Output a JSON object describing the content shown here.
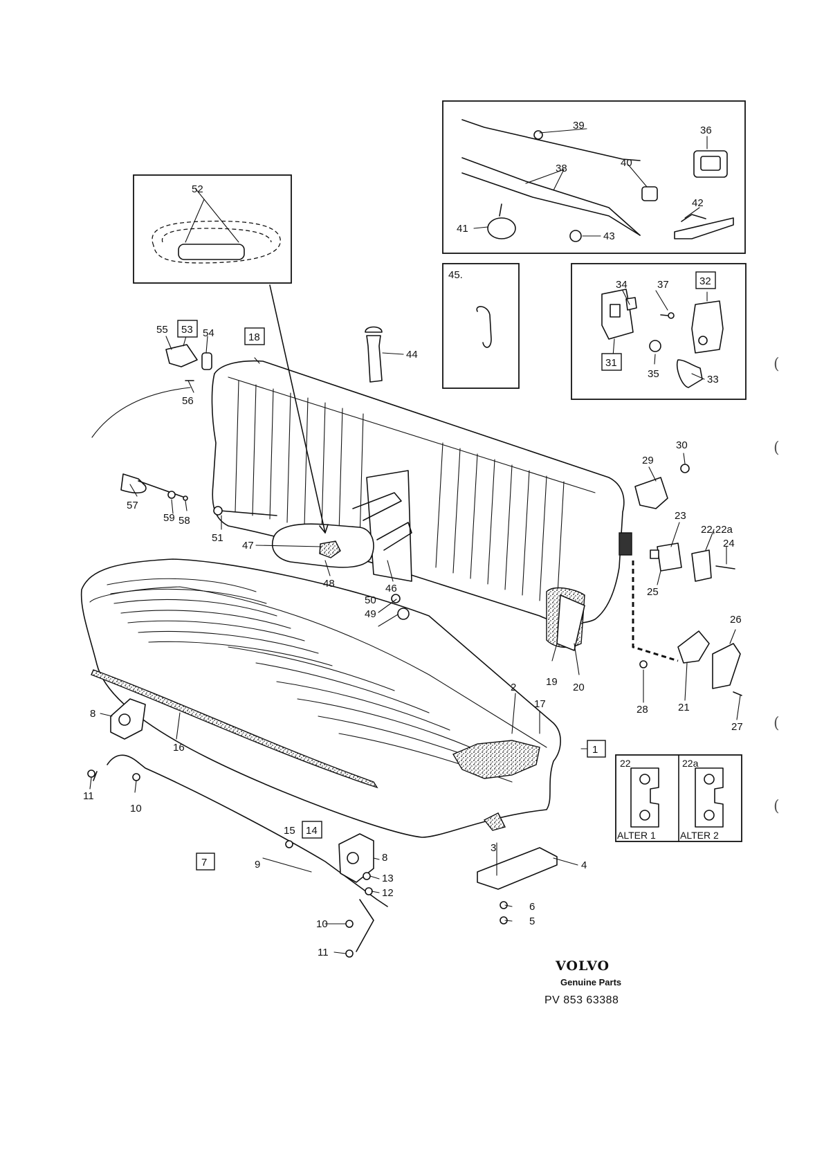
{
  "brand": {
    "name": "VOLVO",
    "tagline": "Genuine Parts",
    "catalog_number": "PV 853 63388"
  },
  "alternatives": {
    "alt1_number": "22",
    "alt1_label": "ALTER 1",
    "alt2_number": "22a",
    "alt2_label": "ALTER 2"
  },
  "margin_marks": [
    "(",
    "(",
    "(",
    "("
  ],
  "callouts": {
    "n1": "1",
    "n2": "2",
    "n3": "3",
    "n4": "4",
    "n5": "5",
    "n6": "6",
    "n7": "7",
    "n8a": "8",
    "n8b": "8",
    "n9": "9",
    "n10a": "10",
    "n10b": "10",
    "n11a": "11",
    "n11b": "11",
    "n12": "12",
    "n13": "13",
    "n14": "14",
    "n15": "15",
    "n16": "16",
    "n17": "17",
    "n18": "18",
    "n19": "19",
    "n20": "20",
    "n21": "21",
    "n22_22a": "22,22a",
    "n23": "23",
    "n24": "24",
    "n25": "25",
    "n26": "26",
    "n27": "27",
    "n28": "28",
    "n29": "29",
    "n30": "30",
    "n31": "31",
    "n32": "32",
    "n33": "33",
    "n34": "34",
    "n35": "35",
    "n36": "36",
    "n37": "37",
    "n38": "38",
    "n39": "39",
    "n40": "40",
    "n41": "41",
    "n42": "42",
    "n43": "43",
    "n44": "44",
    "n45": "45.",
    "n46": "46",
    "n47": "47",
    "n48": "48",
    "n49": "49",
    "n50": "50",
    "n51": "51",
    "n52": "52",
    "n53": "53",
    "n54": "54",
    "n55": "55",
    "n56": "56",
    "n57": "57",
    "n58": "58",
    "n59": "59"
  }
}
